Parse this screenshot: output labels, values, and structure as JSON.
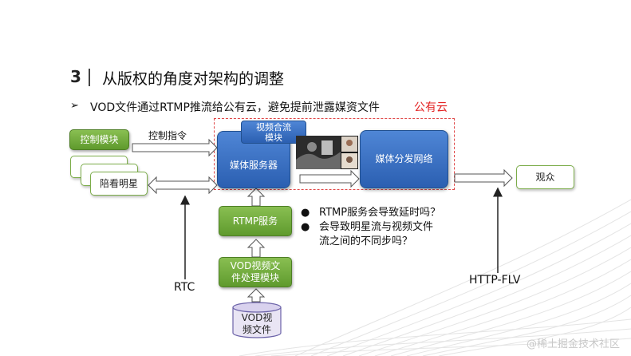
{
  "title": {
    "number": "3",
    "text": "从版权的角度对架构的调整"
  },
  "bullet": {
    "marker": "➢",
    "text": "VOD文件通过RTMP推流给公有云，避免提前泄露媒资文件"
  },
  "cloud_label": "公有云",
  "nodes": {
    "control_module": "控制模块",
    "control_command": "控制指令",
    "star": "陪看明星",
    "video_merge_line1": "视频合流",
    "video_merge_line2": "模块",
    "media_server": "媒体服务器",
    "cdn": "媒体分发网络",
    "audience": "观众",
    "rtmp_service": "RTMP服务",
    "vod_processing_line1": "VOD视频文",
    "vod_processing_line2": "件处理模块",
    "vod_file_line1": "VOD视",
    "vod_file_line2": "频文件"
  },
  "protocols": {
    "rtc": "RTC",
    "http_flv": "HTTP-FLV"
  },
  "questions": [
    {
      "bullet": "●",
      "text": "RTMP服务会导致延时吗？"
    },
    {
      "bullet": "●",
      "text": "会导致明星流与视频文件"
    },
    {
      "bullet": "",
      "text": "流之间的不同步吗？"
    }
  ],
  "watermark": "@稀土掘金技术社区",
  "colors": {
    "green": "#6ea83a",
    "blue": "#2f64b6",
    "cloud_red": "#e32323"
  }
}
